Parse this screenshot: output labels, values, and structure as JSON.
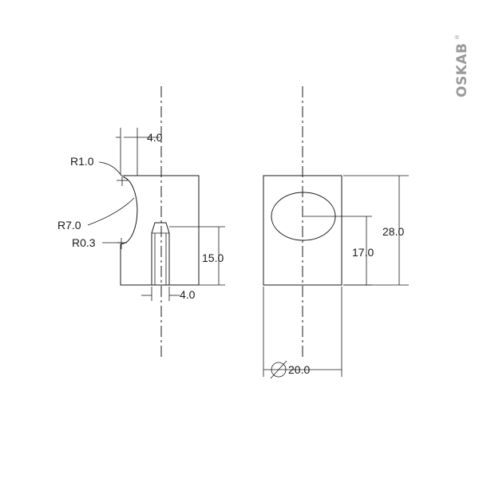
{
  "brand": {
    "name": "OSKAB",
    "registered_mark": "®"
  },
  "side_view": {
    "dim_top_width": "4.0",
    "radius_small": "R1.0",
    "radius_large": "R7.0",
    "radius_tiny": "R0.3",
    "dim_pin_length": "15.0",
    "dim_pin_width": "4.0"
  },
  "front_view": {
    "dim_height_total": "28.0",
    "dim_height_hole": "17.0",
    "dim_width_diameter": "20.0",
    "diameter_symbol": "⌀"
  },
  "colors": {
    "line": "#1a1a1a",
    "logo": "#9a9a9a",
    "background": "#ffffff"
  }
}
